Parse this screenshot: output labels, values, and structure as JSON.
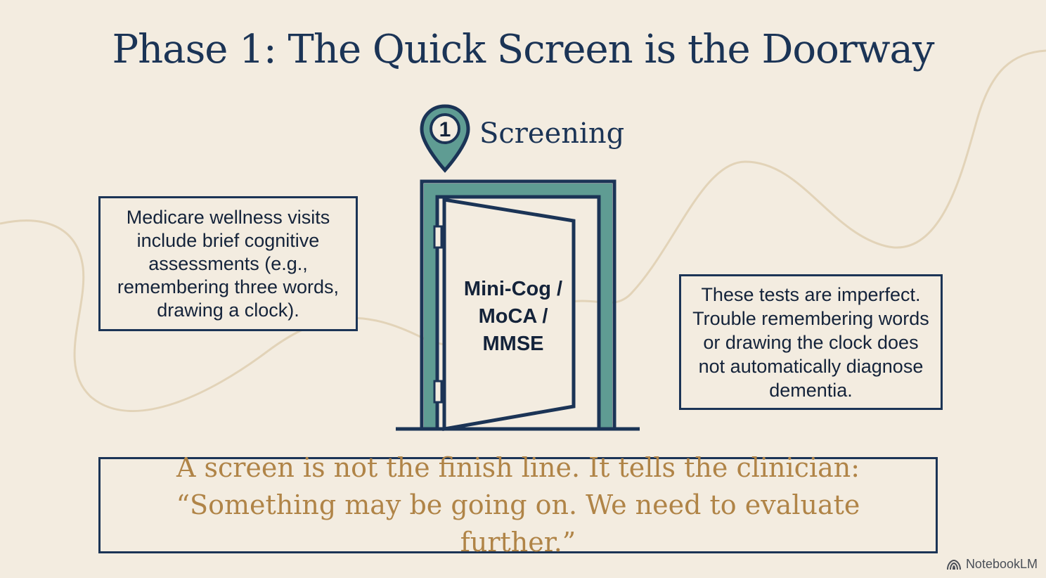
{
  "title": "Phase 1: The Quick Screen is the Doorway",
  "step": {
    "number": "1",
    "label": "Screening",
    "icon": "map-pin-icon"
  },
  "door": {
    "line1": "Mini-Cog /",
    "line2": "MoCA /",
    "line3": "MMSE"
  },
  "left_note": "Medicare wellness visits include brief cognitive assessments (e.g., remembering three words, drawing a clock).",
  "right_note": "These tests are imperfect. Trouble remembering words or drawing the clock does not automatically diagnose dementia.",
  "bottom_quote": {
    "line1": "A screen is not the finish line. It tells the clinician:",
    "line2": "“Something may be going on. We need to evaluate further.”"
  },
  "branding": "NotebookLM",
  "colors": {
    "background": "#f3ece0",
    "navy": "#1b3456",
    "teal": "#5f9c93",
    "gold": "#b08447",
    "curve": "#e2d3b8"
  }
}
